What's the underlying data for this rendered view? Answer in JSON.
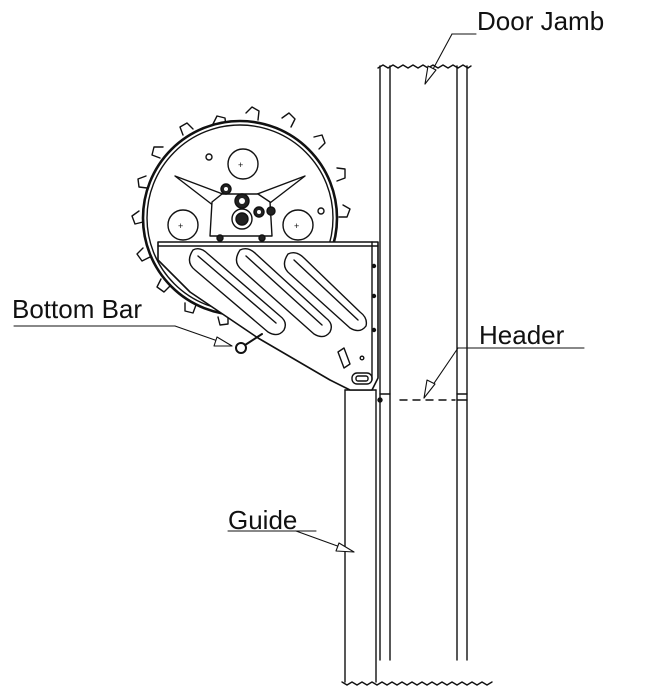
{
  "labels": {
    "door_jamb": "Door Jamb",
    "bottom_bar": "Bottom Bar",
    "header": "Header",
    "guide": "Guide"
  },
  "colors": {
    "line": "#111111",
    "background": "#ffffff",
    "dial_fill": "#ffffff",
    "bracket_fill": "#ffffff",
    "hub_fill": "#222222"
  },
  "icons": {
    "spring_drum": "roller-drum-with-teeth",
    "bracket": "bracket-with-slotted-springs"
  }
}
